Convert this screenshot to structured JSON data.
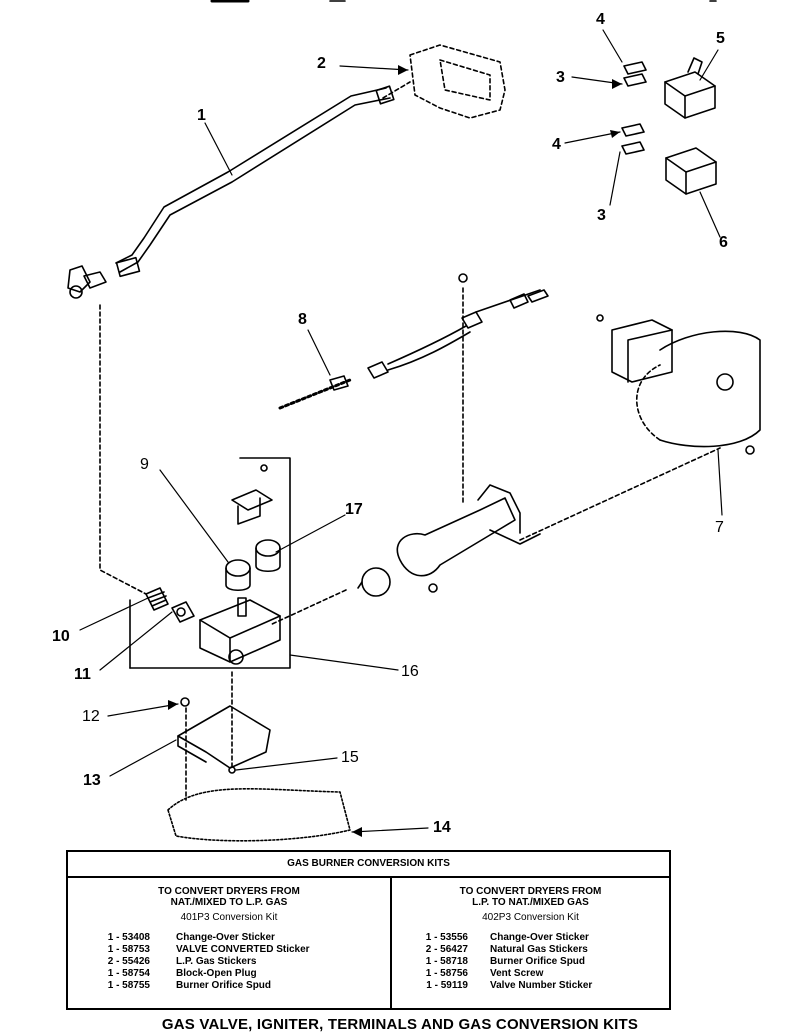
{
  "callouts": [
    "1",
    "2",
    "3",
    "4",
    "5",
    "6",
    "7",
    "8",
    "9",
    "10",
    "11",
    "12",
    "13",
    "14",
    "15",
    "16",
    "17"
  ],
  "kits": {
    "title": "GAS BURNER CONVERSION KITS",
    "left": {
      "heading_line1": "TO CONVERT DRYERS FROM",
      "heading_line2": "NAT./MIXED TO L.P. GAS",
      "kit_name": "401P3 Conversion Kit",
      "rows": [
        {
          "q": "1 - 53408",
          "d": "Change-Over Sticker"
        },
        {
          "q": "1 - 58753",
          "d": "VALVE CONVERTED Sticker"
        },
        {
          "q": "2 - 55426",
          "d": "L.P. Gas Stickers"
        },
        {
          "q": "1 - 58754",
          "d": "Block-Open Plug"
        },
        {
          "q": "1 - 58755",
          "d": "Burner Orifice Spud"
        }
      ]
    },
    "right": {
      "heading_line1": "TO CONVERT DRYERS FROM",
      "heading_line2": "L.P. TO NAT./MIXED GAS",
      "kit_name": "402P3 Conversion Kit",
      "rows": [
        {
          "q": "1 - 53556",
          "d": "Change-Over Sticker"
        },
        {
          "q": "2 - 56427",
          "d": "Natural Gas Stickers"
        },
        {
          "q": "1 - 58718",
          "d": "Burner Orifice Spud"
        },
        {
          "q": "1 - 58756",
          "d": "Vent Screw"
        },
        {
          "q": "1 - 59119",
          "d": "Valve Number Sticker"
        }
      ]
    }
  },
  "caption": "GAS VALVE, IGNITER, TERMINALS AND GAS CONVERSION KITS"
}
